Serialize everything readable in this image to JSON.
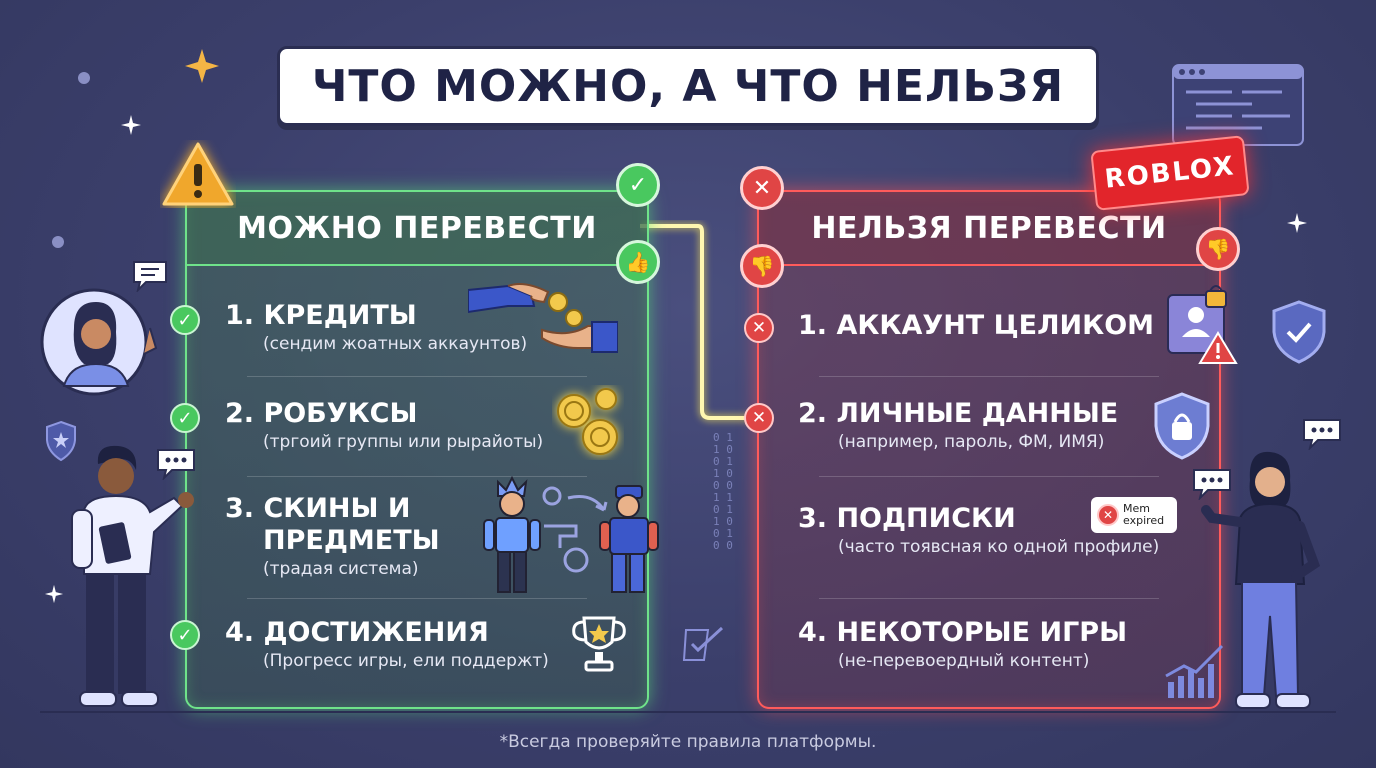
{
  "title": "ЧТО МОЖНО, А ЧТО НЕЛЬЗЯ",
  "left": {
    "heading": "МОЖНО ПЕРЕВЕСТИ",
    "items": [
      {
        "title": "1.  КРЕДИТЫ",
        "sub": "(сендим жоатных аккаунтов)"
      },
      {
        "title": "2.  РОБУКСЫ",
        "sub": "(тргоий группы или рырайоты)"
      },
      {
        "title": "3.  СКИНЫ И",
        "title2": "ПРЕДМЕТЫ",
        "sub": "(традая система)"
      },
      {
        "title": "4.  ДОСТИЖЕНИЯ",
        "sub": "(Прогресс игры, ели поддержт)"
      }
    ]
  },
  "right": {
    "heading": "НЕЛЬЗЯ ПЕРЕВЕСТИ",
    "items": [
      {
        "title": "1.  АККАУНТ ЦЕЛИКОМ"
      },
      {
        "title": "2.  ЛИЧНЫЕ ДАННЫЕ",
        "sub": "(например, пароль, ФМ, ИМЯ)"
      },
      {
        "title": "3.  ПОДПИСКИ",
        "sub": "(часто тоявсная ко одной профиле)"
      },
      {
        "title": "4.  НЕКОТОРЫЕ ИГРЫ",
        "sub": "(не-перевоердный контент)"
      }
    ]
  },
  "roblox_logo": "ROBLOX",
  "mem_badge": {
    "line1": "Mem",
    "line2": "expired"
  },
  "footer": "*Всегда проверяйте правила платформы.",
  "colors": {
    "green": "#49c85f",
    "red": "#e04545",
    "background": "#3b3f6b"
  }
}
